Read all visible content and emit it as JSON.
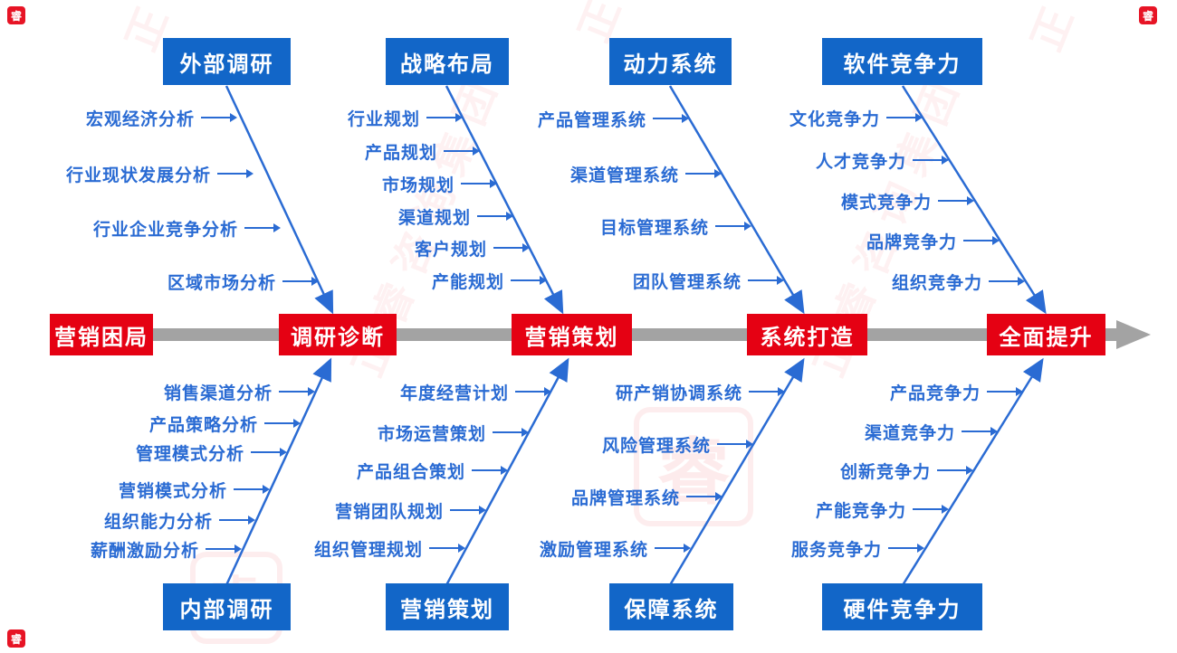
{
  "colors": {
    "stage_red": "#e50113",
    "category_blue": "#1266c8",
    "item_blue": "#2a6bd3",
    "spine_gray": "#a3a3a3"
  },
  "watermark": {
    "text": "正睿咨询集团",
    "seal_glyph": "睿"
  },
  "spine": {
    "nodes": [
      {
        "label": "营销困局"
      },
      {
        "label": "调研诊断"
      },
      {
        "label": "营销策划"
      },
      {
        "label": "系统打造"
      },
      {
        "label": "全面提升"
      }
    ]
  },
  "top_branches": [
    {
      "header": "外部调研",
      "items": [
        "宏观经济分析",
        "行业现状发展分析",
        "行业企业竞争分析",
        "区域市场分析"
      ]
    },
    {
      "header": "战略布局",
      "items": [
        "行业规划",
        "产品规划",
        "市场规划",
        "渠道规划",
        "客户规划",
        "产能规划"
      ]
    },
    {
      "header": "动力系统",
      "items": [
        "产品管理系统",
        "渠道管理系统",
        "目标管理系统",
        "团队管理系统"
      ]
    },
    {
      "header": "软件竞争力",
      "items": [
        "文化竞争力",
        "人才竞争力",
        "模式竞争力",
        "品牌竞争力",
        "组织竞争力"
      ]
    }
  ],
  "bottom_branches": [
    {
      "header": "内部调研",
      "items": [
        "销售渠道分析",
        "产品策略分析",
        "管理模式分析",
        "营销模式分析",
        "组织能力分析",
        "薪酬激励分析"
      ]
    },
    {
      "header": "营销策划",
      "items": [
        "年度经营计划",
        "市场运营策划",
        "产品组合策划",
        "营销团队规划",
        "组织管理规划"
      ]
    },
    {
      "header": "保障系统",
      "items": [
        "研产销协调系统",
        "风险管理系统",
        "品牌管理系统",
        "激励管理系统"
      ]
    },
    {
      "header": "硬件竞争力",
      "items": [
        "产品竞争力",
        "渠道竞争力",
        "创新竞争力",
        "产能竞争力",
        "服务竞争力"
      ]
    }
  ]
}
